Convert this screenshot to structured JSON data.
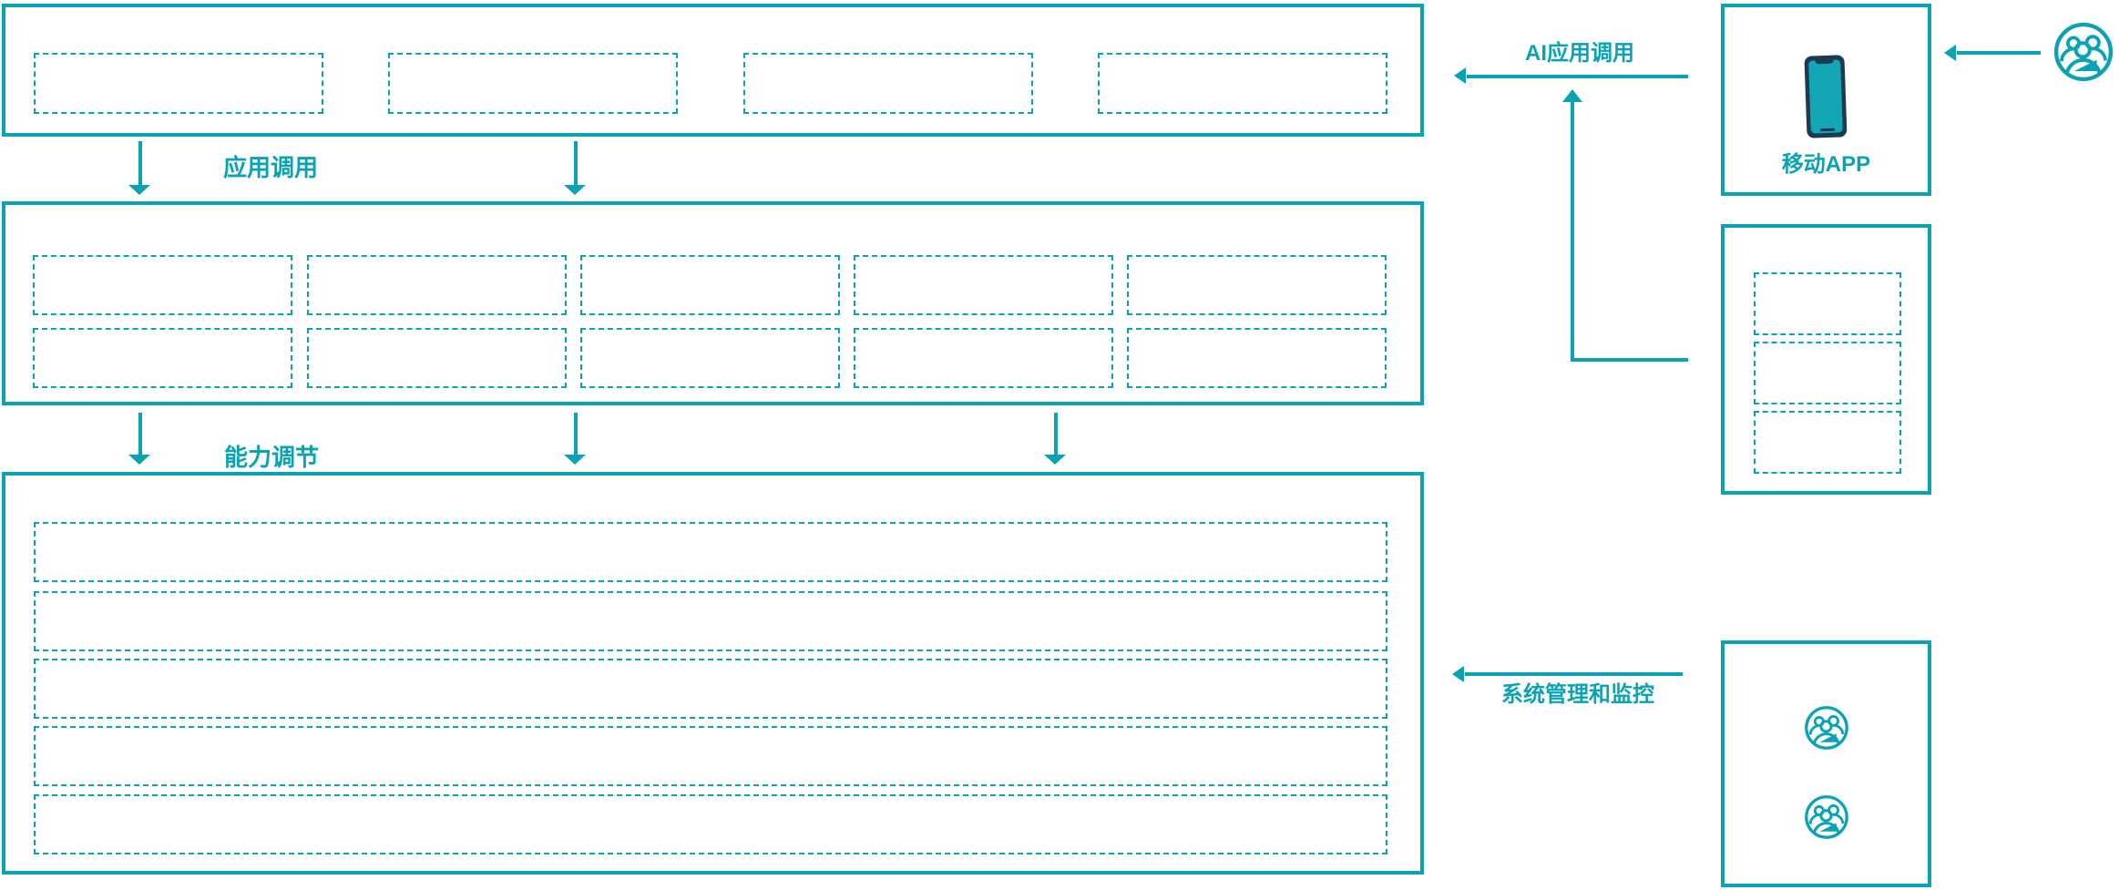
{
  "colors": {
    "teal": "#0ba3b2",
    "phone_body": "#1e3a52",
    "phone_screen": "#13a7b6",
    "background": "#ffffff"
  },
  "layers": {
    "application_layer": {
      "placeholder_count": 4
    },
    "capability_layer": {
      "placeholder_rows": 2,
      "placeholder_cols": 5
    },
    "platform_layer": {
      "row_count": 5
    }
  },
  "connectors": {
    "app_call": {
      "label": "应用调用",
      "direction": "down"
    },
    "capability_adjust": {
      "label": "能力调节",
      "direction": "down"
    },
    "ai_app_call": {
      "label": "AI应用调用",
      "direction": "left"
    },
    "system_mgmt": {
      "label": "系统管理和监控",
      "direction": "left"
    }
  },
  "right_panel": {
    "mobile_app": {
      "label": "移动APP",
      "icon": "smartphone-icon"
    },
    "open_platform": {
      "placeholder_count": 3
    },
    "operations": {
      "icon": "users-group-icon",
      "operator_count": 2
    }
  },
  "external_user": {
    "icon": "users-group-icon"
  }
}
